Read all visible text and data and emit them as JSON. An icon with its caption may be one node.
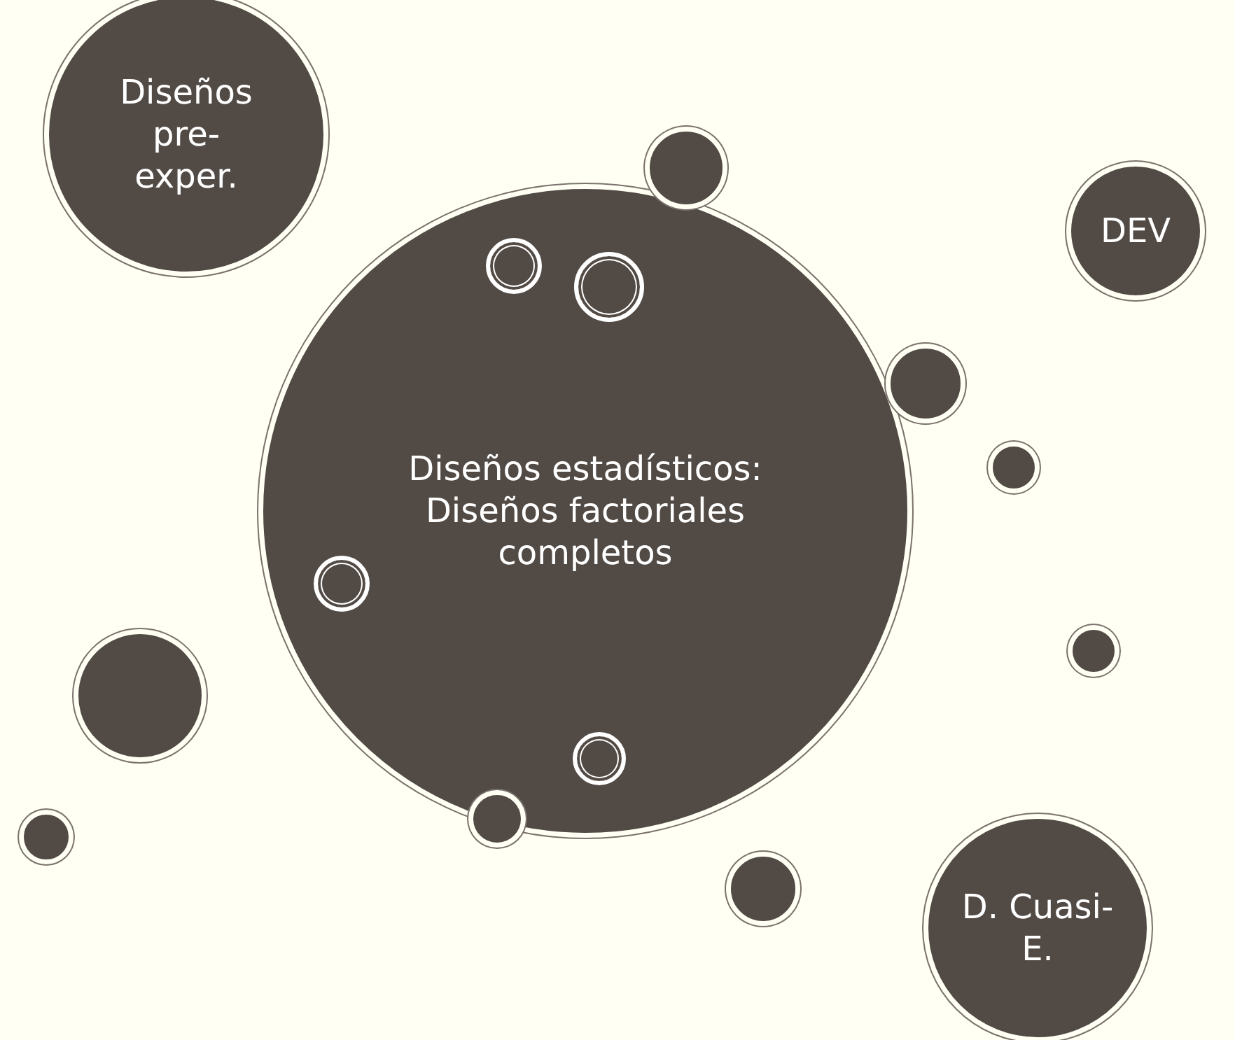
{
  "diagram": {
    "nodes": [
      {
        "text": [
          "Diseños pre-exper."
        ]
      },
      {
        "text": [
          "Diseños estadísticos: Diseños factoriales completos"
        ]
      },
      {
        "text": [
          "DEV"
        ]
      },
      {
        "text": [
          "D. Cuasi-E."
        ]
      },
      {
        "text": [],
        "shape": "circle"
      },
      {
        "text": [],
        "shape": "circle",
        "in": 1
      },
      {
        "text": [],
        "shape": "circle",
        "in": 1
      },
      {
        "text": [],
        "shape": "circle"
      },
      {
        "text": [],
        "shape": "circle"
      },
      {
        "text": [],
        "shape": "circle",
        "in": 1
      },
      {
        "text": [],
        "shape": "circle"
      },
      {
        "text": [],
        "shape": "circle"
      },
      {
        "text": [],
        "shape": "circle",
        "in": 1
      },
      {
        "text": [],
        "shape": "circle"
      },
      {
        "text": [],
        "shape": "circle"
      },
      {
        "text": [],
        "shape": "circle"
      }
    ]
  }
}
